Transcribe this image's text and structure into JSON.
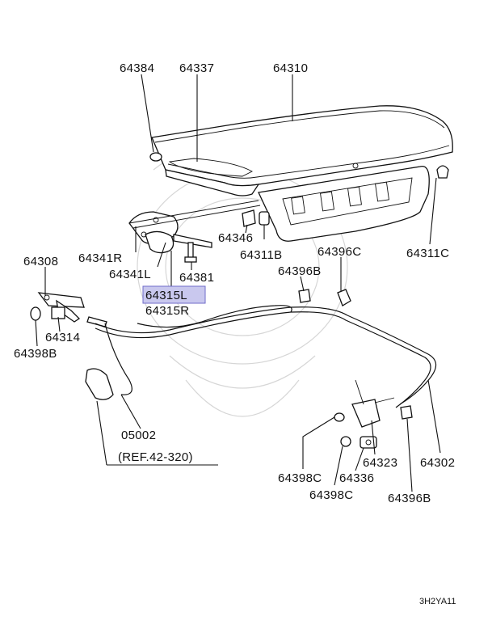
{
  "diagram_code": "3H2YA11",
  "labels": {
    "p64384": "64384",
    "p64337": "64337",
    "p64310": "64310",
    "p64341R": "64341R",
    "p64341L": "64341L",
    "p64346": "64346",
    "p64311B": "64311B",
    "p64311C": "64311C",
    "p64308": "64308",
    "p64381": "64381",
    "p64315L": "64315L",
    "p64315R": "64315R",
    "p64396C": "64396C",
    "p64396B_top": "64396B",
    "p64314": "64314",
    "p64398B": "64398B",
    "p05002": "05002",
    "ref": "(REF.42-320)",
    "p64323": "64323",
    "p64302": "64302",
    "p64398C_a": "64398C",
    "p64336": "64336",
    "p64398C_b": "64398C",
    "p64396B_bot": "64396B"
  },
  "highlighted_part": "64315L",
  "colors": {
    "line": "#111111",
    "highlight_fill": "#c9c8ee",
    "highlight_stroke": "#6f6bc9",
    "watermark": "#d6d6d6"
  }
}
